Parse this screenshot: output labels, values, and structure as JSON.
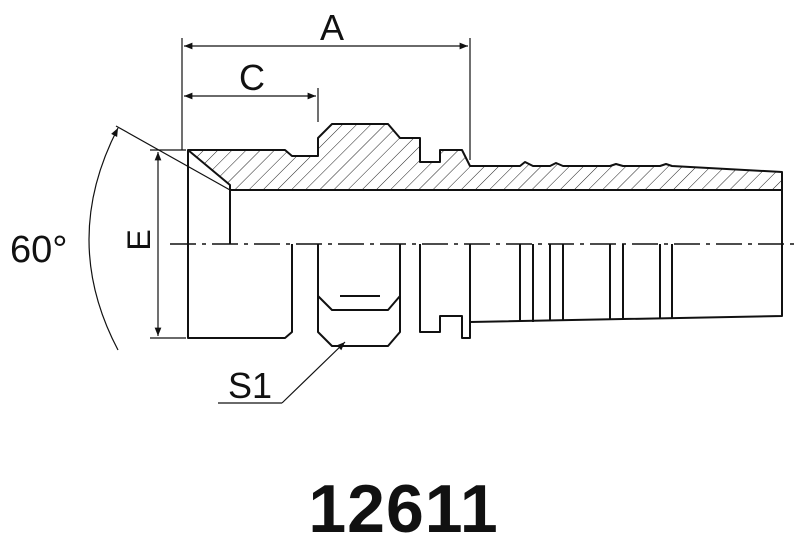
{
  "labels": {
    "dim_a": "A",
    "dim_c": "C",
    "dim_e": "E",
    "dim_s1": "S1",
    "angle": "60°"
  },
  "part_number": "12611"
}
